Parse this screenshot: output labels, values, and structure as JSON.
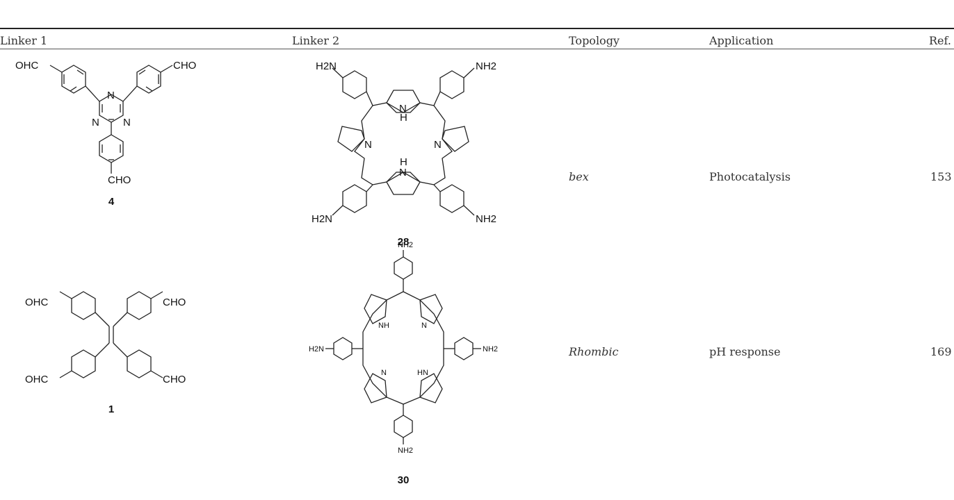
{
  "table": {
    "headers": [
      "Linker 1",
      "Linker 2",
      "Topology",
      "Application",
      "Ref."
    ],
    "rows": [
      {
        "linker1": {
          "compound": "4",
          "groups": [
            "OHC",
            "CHO",
            "CHO"
          ],
          "ring_atoms": [
            "N",
            "N",
            "N"
          ]
        },
        "linker2": {
          "compound": "28",
          "groups": [
            "H2N",
            "NH2",
            "H2N",
            "NH2"
          ],
          "ring_atoms": [
            "N",
            "N",
            "N",
            "N"
          ],
          "nh_labels": [
            "H",
            "H"
          ]
        },
        "topology": "bex",
        "application": "Photocatalysis",
        "ref": "153"
      },
      {
        "linker1": {
          "compound": "1",
          "groups": [
            "OHC",
            "CHO",
            "OHC",
            "CHO"
          ]
        },
        "linker2": {
          "compound": "30",
          "groups": [
            "NH2",
            "H2N",
            "NH2",
            "NH2"
          ],
          "ring_atoms": [
            "NH",
            "N",
            "N",
            "HN"
          ]
        },
        "topology": "Rhombic",
        "application": "pH response",
        "ref": "169"
      }
    ]
  }
}
